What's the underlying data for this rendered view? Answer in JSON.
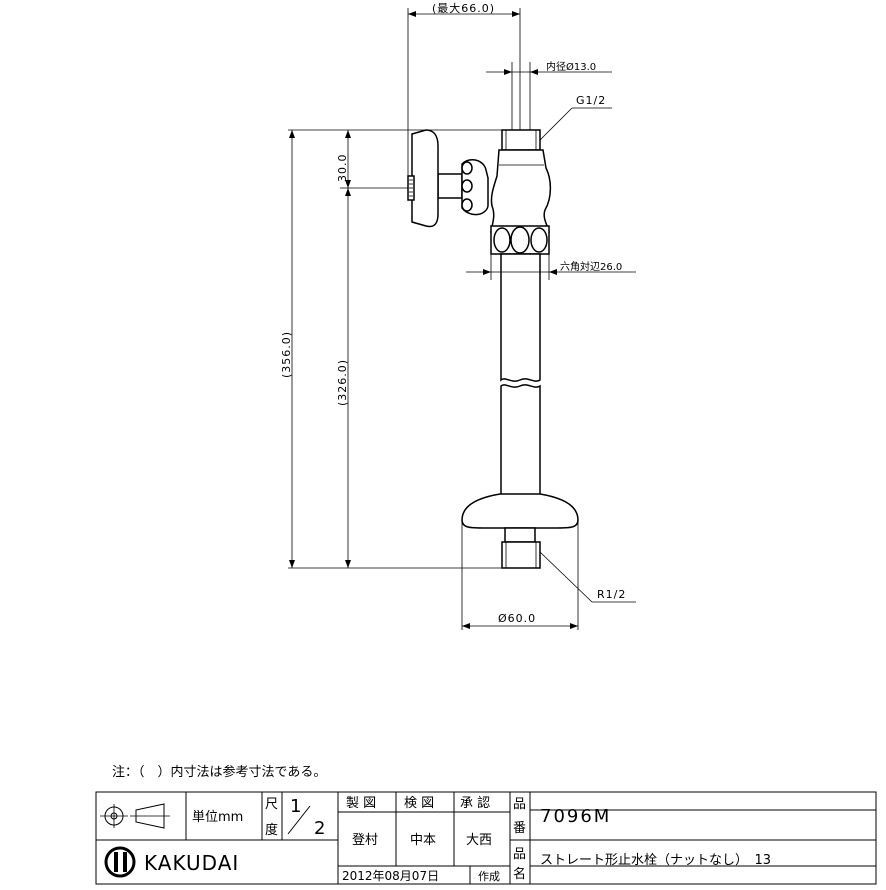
{
  "dimensions": {
    "max_width": "(最大66.0)",
    "inner_dia": "内径Ø13.0",
    "thread_top": "G1/2",
    "dim_30": "30.0",
    "hex": "六角対辺26.0",
    "dim_356": "(356.0)",
    "dim_326": "(326.0)",
    "thread_bottom": "R1/2",
    "flange_dia": "Ø60.0"
  },
  "note": "注：（　）内寸法は参考寸法である。",
  "title_block": {
    "unit_label": "単位mm",
    "scale_label_1": "尺",
    "scale_label_2": "度",
    "scale_num": "1",
    "scale_den": "2",
    "made_by_label": "製 図",
    "checked_by_label": "検 図",
    "approved_by_label": "承 認",
    "made_by": "登村",
    "checked_by": "中本",
    "approved_by": "大西",
    "date": "2012年08月07日",
    "created_label": "作成",
    "part_number_label_1": "品",
    "part_number_label_2": "番",
    "part_number": "7096M",
    "part_name_label_1": "品",
    "part_name_label_2": "名",
    "part_name": "ストレート形止水栓（ナットなし）　13",
    "brand": "KAKUDAI"
  }
}
